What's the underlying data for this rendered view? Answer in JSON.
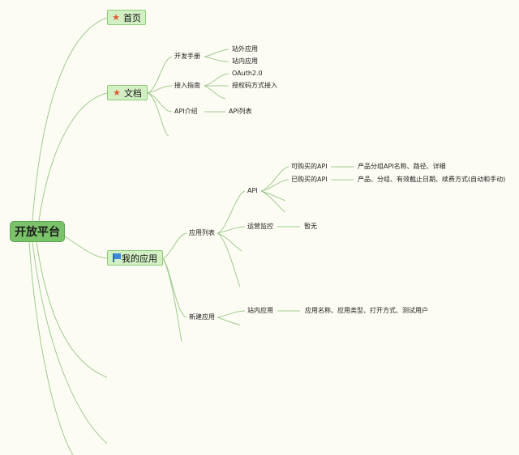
{
  "root": {
    "label": "开放平台"
  },
  "topics": {
    "home": {
      "label": "首页",
      "icon": "star-icon"
    },
    "docs": {
      "label": "文档",
      "icon": "star-icon"
    },
    "myapps": {
      "label": "我的应用",
      "icon": "flag-icon"
    }
  },
  "docs": {
    "dev_manual": {
      "label": "开发手册",
      "children": [
        "站外应用",
        "站内应用"
      ]
    },
    "access_guide": {
      "label": "接入指南",
      "children": [
        "OAuth2.0",
        "授权码方式接入"
      ]
    },
    "api_intro": {
      "label": "API介绍",
      "children": [
        "API列表"
      ]
    }
  },
  "myapps": {
    "app_list": {
      "label": "应用列表",
      "api": {
        "label": "API",
        "buyable": {
          "label": "可购买的API",
          "detail": "产品分组API名称、路径、详细"
        },
        "bought": {
          "label": "已购买的API",
          "detail": "产品、分组、有效截止日期、续费方式(自动和手动)"
        }
      },
      "ops_monitor": {
        "label": "运营监控",
        "detail": "暂无"
      }
    },
    "new_app": {
      "label": "新建应用",
      "internal": {
        "label": "站内应用",
        "detail": "应用名称、应用类型、打开方式、测试用户"
      }
    }
  },
  "colors": {
    "background": "#fdfcf4",
    "edge": "#9fcc8f",
    "root_fill": "#7bc36a",
    "topic_fill": "#d3efc4",
    "star": "#e05a36",
    "flag": "#3c8ad8"
  }
}
